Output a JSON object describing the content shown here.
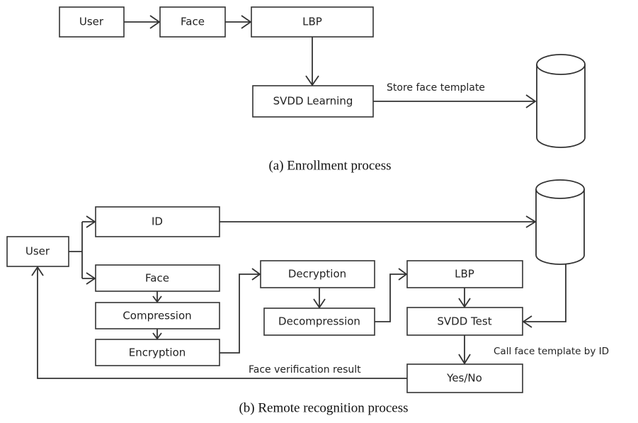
{
  "enrollment": {
    "user": "User",
    "face": "Face",
    "lbp": "LBP",
    "svdd": "SVDD Learning",
    "store_label": "Store face template",
    "caption": "(a) Enrollment process"
  },
  "remote": {
    "user": "User",
    "id": "ID",
    "face": "Face",
    "compression": "Compression",
    "encryption": "Encryption",
    "decryption": "Decryption",
    "decompression": "Decompression",
    "lbp": "LBP",
    "svdd_test": "SVDD Test",
    "yes_no": "Yes/No",
    "call_label": "Call face template by ID",
    "result_label": "Face verification result",
    "caption": "(b) Remote recognition process"
  }
}
